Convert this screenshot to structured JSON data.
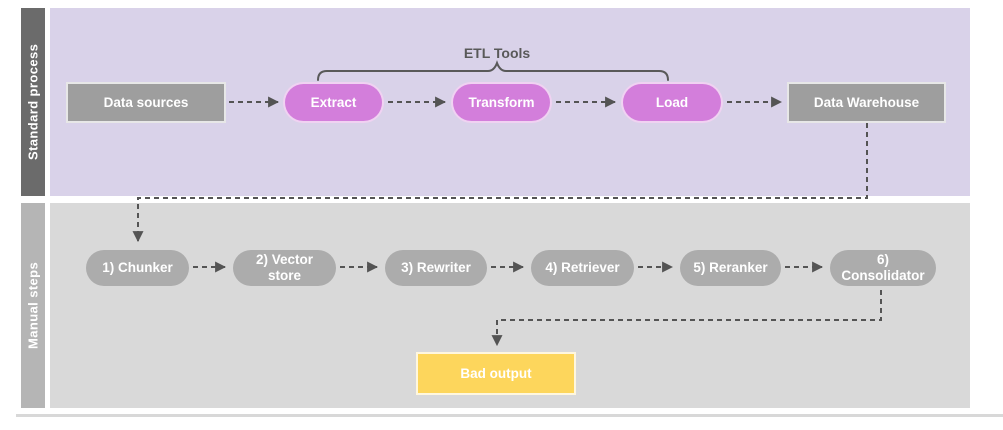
{
  "colors": {
    "lane1_header": "#6b6b6b",
    "lane1_body": "#d9d2e9",
    "lane2_header": "#b5b5b5",
    "lane2_body": "#d9d9d9",
    "process_pill": "#d37edb",
    "gray_node": "#9e9e9e",
    "manual_pill": "#acacac",
    "output_node": "#fdd65c",
    "connector": "#545454",
    "annotation_text": "#595959"
  },
  "lanes": {
    "standard": "Standard process",
    "manual": "Manual steps"
  },
  "annotation": {
    "etl_tools": "ETL Tools"
  },
  "nodes": {
    "data_sources": "Data sources",
    "extract": "Extract",
    "transform": "Transform",
    "load": "Load",
    "data_warehouse": "Data Warehouse",
    "chunker": "1) Chunker",
    "vector_store": "2) Vector\nstore",
    "rewriter": "3) Rewriter",
    "retriever": "4) Retriever",
    "reranker": "5) Reranker",
    "consolidator": "6)\nConsolidator",
    "bad_output": "Bad output"
  }
}
